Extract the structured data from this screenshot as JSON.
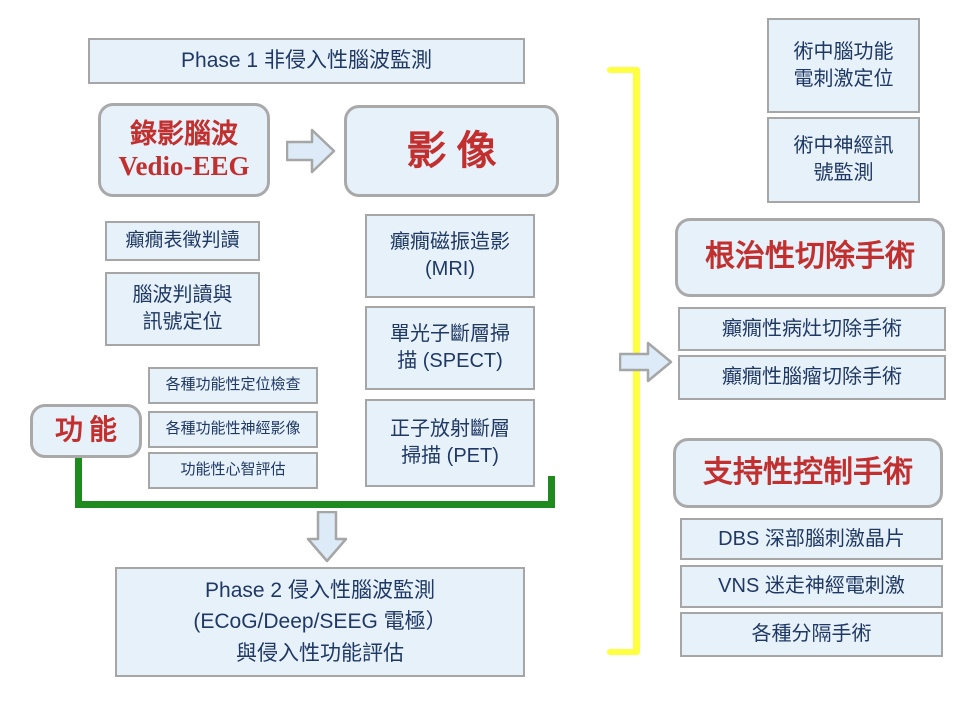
{
  "colors": {
    "box_fill": "#e7f1fa",
    "box_border": "#a6a6a6",
    "navy_text": "#1f3864",
    "red_text": "#c12f2f",
    "green_bracket": "#1f8b1f",
    "yellow_bracket": "#ffff42",
    "arrow_fill": "#dcebf7",
    "arrow_border": "#a6a6a6"
  },
  "phase1_title": "Phase 1 非侵入性腦波監測",
  "video_eeg": {
    "line1": "錄影腦波",
    "line2": "Vedio-EEG"
  },
  "imaging_label": "影像",
  "sign_box": "癲癇表徵判讀",
  "eeg_read_box": {
    "line1": "腦波判讀與",
    "line2": "訊號定位"
  },
  "mri_box": {
    "line1": "癲癇磁振造影",
    "line2": "(MRI)"
  },
  "spect_box": {
    "line1": "單光子斷層掃",
    "line2": "描 (SPECT)"
  },
  "pet_box": {
    "line1": "正子放射斷層",
    "line2": "掃描 (PET)"
  },
  "function_label": "功能",
  "function_boxes": [
    "各種功能性定位檢查",
    "各種功能性神經影像",
    "功能性心智評估"
  ],
  "phase2": {
    "line1": "Phase 2 侵入性腦波監測",
    "line2": "(ECoG/Deep/SEEG 電極）",
    "line3": "與侵入性功能評估"
  },
  "intraop_stim_box": {
    "line1": "術中腦功能",
    "line2": "電刺激定位"
  },
  "intraop_monitor_box": {
    "line1": "術中神經訊",
    "line2": "號監測"
  },
  "curative": {
    "title": "根治性切除手術",
    "item1": "癲癇性病灶切除手術",
    "item2": "癲癇性腦瘤切除手術"
  },
  "palliative": {
    "title": "支持性控制手術",
    "item1": "DBS 深部腦刺激晶片",
    "item2": "VNS 迷走神經電刺激",
    "item3": "各種分隔手術"
  }
}
